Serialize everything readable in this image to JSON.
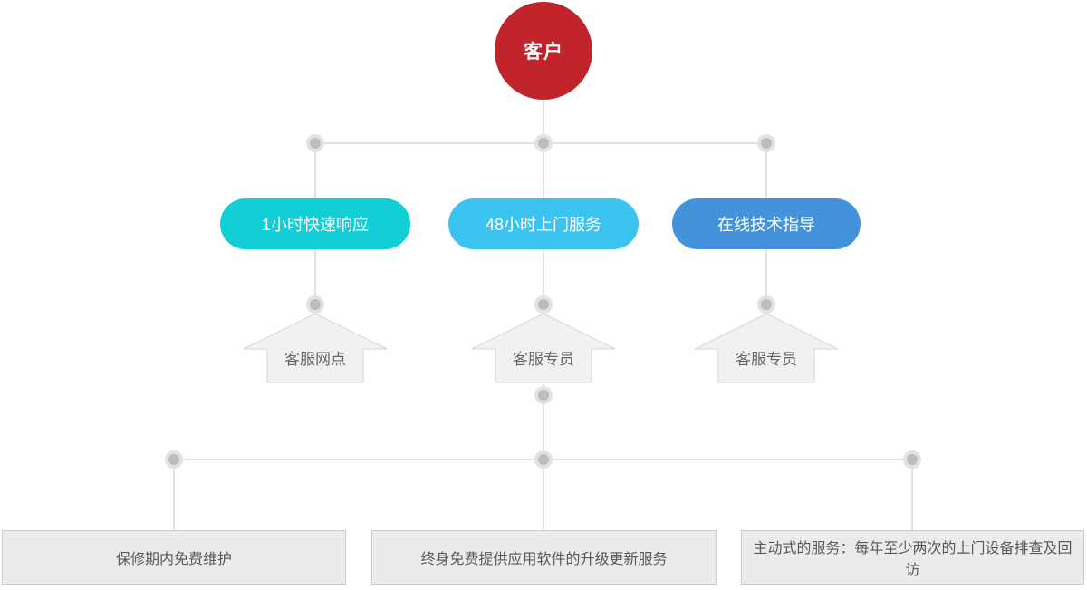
{
  "diagram": {
    "title_hint": "customer service flow",
    "root": {
      "label": "客户",
      "bg": "#c1242b",
      "text_color": "#ffffff"
    },
    "level1_pills": [
      {
        "label": "1小时快速响应",
        "color": "#12ced5"
      },
      {
        "label": "48小时上门服务",
        "color": "#3cc3f2"
      },
      {
        "label": "在线技术指导",
        "color": "#4293d9"
      }
    ],
    "level2_houses": [
      {
        "label": "客服网点"
      },
      {
        "label": "客服专员"
      },
      {
        "label": "客服专员"
      }
    ],
    "level3_boxes": [
      {
        "label": "保修期内免费维护"
      },
      {
        "label": "终身免费提供应用软件的升级更新服务"
      },
      {
        "label": "主动式的服务：每年至少两次的上门设备排查及回访"
      }
    ],
    "colors": {
      "connector_line": "#c7c7c7",
      "junction_dot": "#bdbdbd",
      "house_fill": "#f1f1f1",
      "house_border": "#d6d6d6",
      "box_fill": "#ebebeb",
      "box_border": "#cccccc",
      "box_text": "#595959"
    }
  }
}
